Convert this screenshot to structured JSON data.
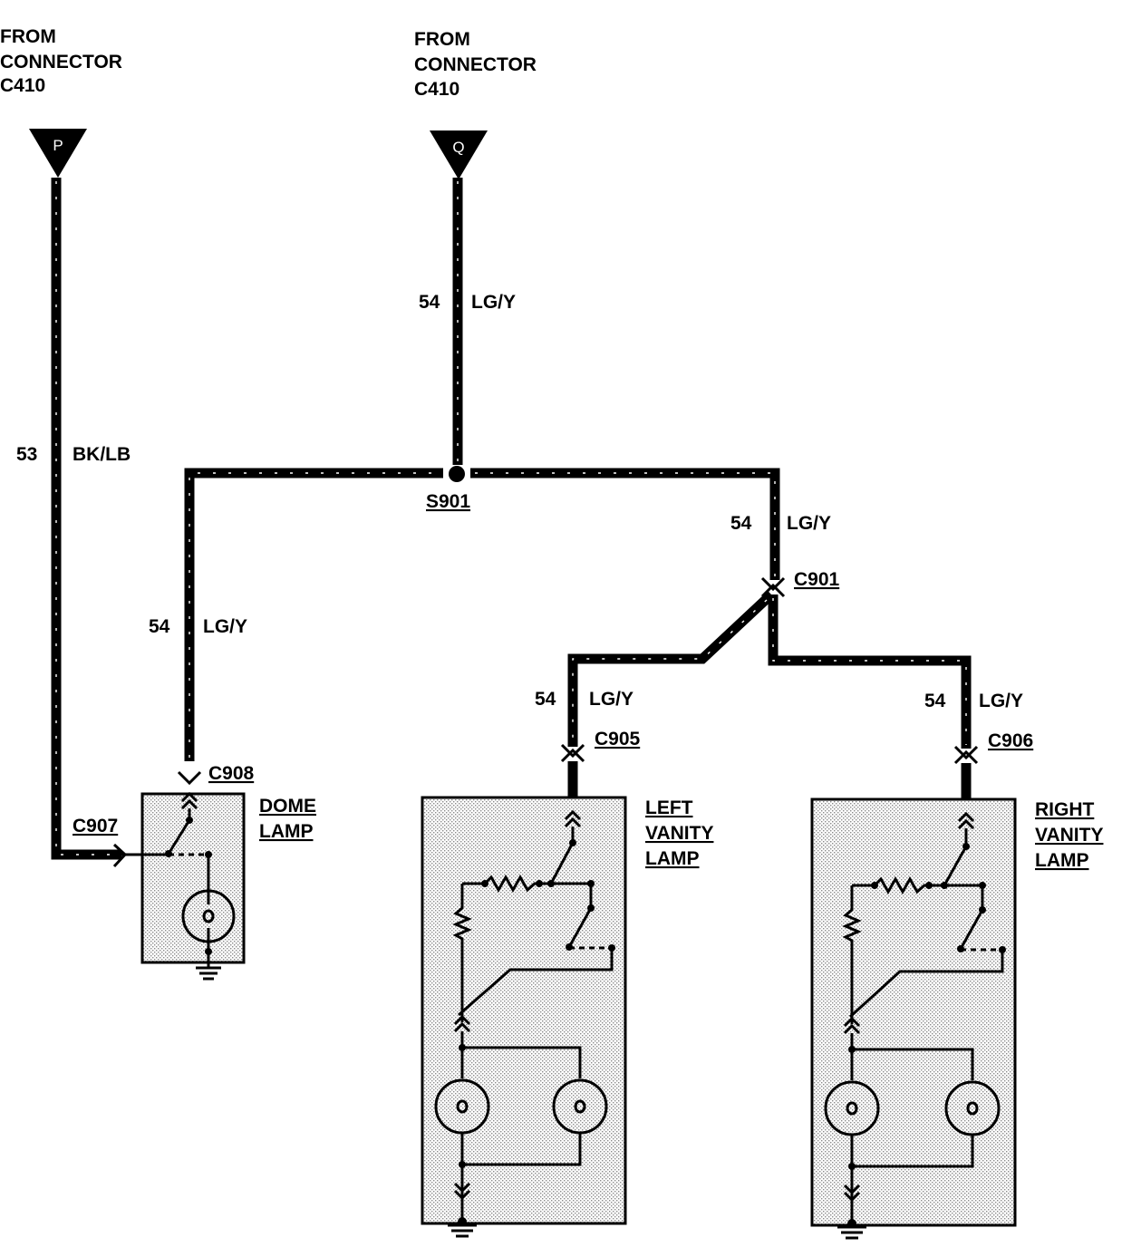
{
  "sources": [
    {
      "from_label": "FROM",
      "connector_word": "CONNECTOR",
      "connector_id": "C410",
      "pin": "P"
    },
    {
      "from_label": "FROM",
      "connector_word": "CONNECTOR",
      "connector_id": "C410",
      "pin": "Q"
    }
  ],
  "wires": {
    "p_wire": {
      "circuit": "53",
      "color": "BK/LB"
    },
    "q_wire": {
      "circuit": "54",
      "color": "LG/Y"
    },
    "dome_feed": {
      "circuit": "54",
      "color": "LG/Y"
    },
    "c901_feed": {
      "circuit": "54",
      "color": "LG/Y"
    },
    "left_vanity_feed": {
      "circuit": "54",
      "color": "LG/Y"
    },
    "right_vanity_feed": {
      "circuit": "54",
      "color": "LG/Y"
    }
  },
  "splices": {
    "s901": "S901"
  },
  "connectors": {
    "c901": "C901",
    "c905": "C905",
    "c906": "C906",
    "c907": "C907",
    "c908": "C908"
  },
  "components": {
    "dome_lamp": [
      "DOME",
      "LAMP"
    ],
    "left_vanity_lamp": [
      "LEFT",
      "VANITY",
      "LAMP"
    ],
    "right_vanity_lamp": [
      "RIGHT",
      "VANITY",
      "LAMP"
    ]
  }
}
